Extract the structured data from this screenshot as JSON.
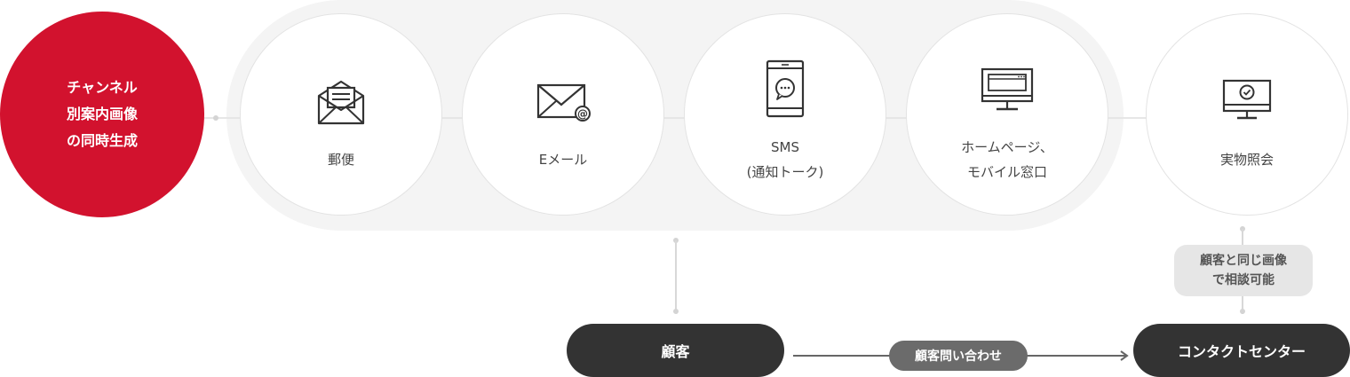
{
  "start": {
    "lines": [
      "チャンネル",
      "別案内画像",
      "の同時生成"
    ]
  },
  "channels": [
    {
      "icon": "envelope-open-icon",
      "lines": [
        "郵便"
      ]
    },
    {
      "icon": "email-at-icon",
      "lines": [
        "Eメール"
      ]
    },
    {
      "icon": "smartphone-chat-icon",
      "lines": [
        "SMS",
        "(通知トーク)"
      ]
    },
    {
      "icon": "monitor-browser-icon",
      "lines": [
        "ホームページ、",
        "モバイル窓口"
      ]
    }
  ],
  "verify": {
    "icon": "monitor-check-icon",
    "lines": [
      "実物照会"
    ]
  },
  "bottom": {
    "customer": "顧客",
    "inquiry": "顧客問い合わせ",
    "contact_center": "コンタクトセンター",
    "consult": [
      "顧客と同じ画像",
      "で相談可能"
    ]
  },
  "colors": {
    "accent_red": "#d2122e",
    "dark_chip": "#333333",
    "band": "#f4f4f4"
  }
}
